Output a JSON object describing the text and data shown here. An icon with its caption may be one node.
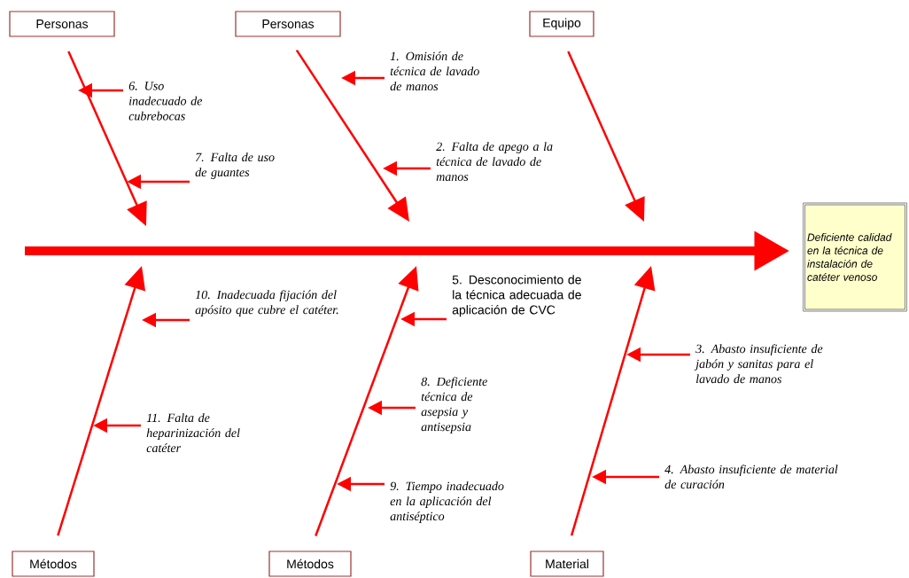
{
  "diagram": {
    "nodes": [
      {
        "text": [
          "Personas"
        ]
      },
      {
        "text": [
          "Personas"
        ]
      },
      {
        "text": [
          "Equipo"
        ]
      },
      {
        "text": [
          "1. Omisión de técnica de lavado de manos"
        ]
      },
      {
        "text": [
          "6. Uso inadecuado de cubrebocas"
        ]
      },
      {
        "text": [
          "2. Falta de apego a la técnica de lavado de manos"
        ]
      },
      {
        "text": [
          "7. Falta de uso de guantes"
        ]
      },
      {
        "text": [
          "Deficiente calidad en la técnica de instalación de catéter venoso"
        ]
      },
      {
        "text": [
          "5. Desconocimiento de la técnica adecuada de aplicación de CVC"
        ]
      },
      {
        "text": [
          "10. Inadecuada fijación del apósito que cubre el catéter."
        ]
      },
      {
        "text": [
          "3. Abasto insuficiente de jabón y sanitas para el lavado de manos"
        ]
      },
      {
        "text": [
          "8. Deficiente técnica de asepsia y antisepsia"
        ]
      },
      {
        "text": [
          "11. Falta de heparinización del catéter"
        ]
      },
      {
        "text": [
          "4. Abasto insuficiente de material de curación"
        ]
      },
      {
        "text": [
          "9. Tiempo inadecuado en la aplicación del antiséptico"
        ]
      },
      {
        "text": [
          "Métodos"
        ]
      },
      {
        "text": [
          "Métodos"
        ]
      },
      {
        "text": [
          "Material"
        ]
      }
    ],
    "edges": [
      {
        "from": 0,
        "to": null,
        "arrow": "to"
      },
      {
        "from": 1,
        "to": null,
        "arrow": "to"
      },
      {
        "from": 2,
        "to": null,
        "arrow": "to"
      },
      {
        "from": 15,
        "to": null,
        "arrow": "to"
      },
      {
        "from": 16,
        "to": null,
        "arrow": "to"
      },
      {
        "from": 17,
        "to": null,
        "arrow": "to"
      },
      {
        "from": null,
        "to": 7,
        "arrow": "to",
        "style": "thick"
      },
      {
        "from": 3,
        "to": null,
        "arrow": "to"
      },
      {
        "from": 4,
        "to": null,
        "arrow": "to"
      },
      {
        "from": 5,
        "to": null,
        "arrow": "to"
      },
      {
        "from": 6,
        "to": null,
        "arrow": "to"
      },
      {
        "from": 8,
        "to": null,
        "arrow": "to"
      },
      {
        "from": 9,
        "to": null,
        "arrow": "to"
      },
      {
        "from": 10,
        "to": null,
        "arrow": "to"
      },
      {
        "from": 11,
        "to": null,
        "arrow": "to"
      },
      {
        "from": 12,
        "to": null,
        "arrow": "to"
      },
      {
        "from": 13,
        "to": null,
        "arrow": "to"
      },
      {
        "from": 14,
        "to": null,
        "arrow": "to"
      }
    ]
  }
}
